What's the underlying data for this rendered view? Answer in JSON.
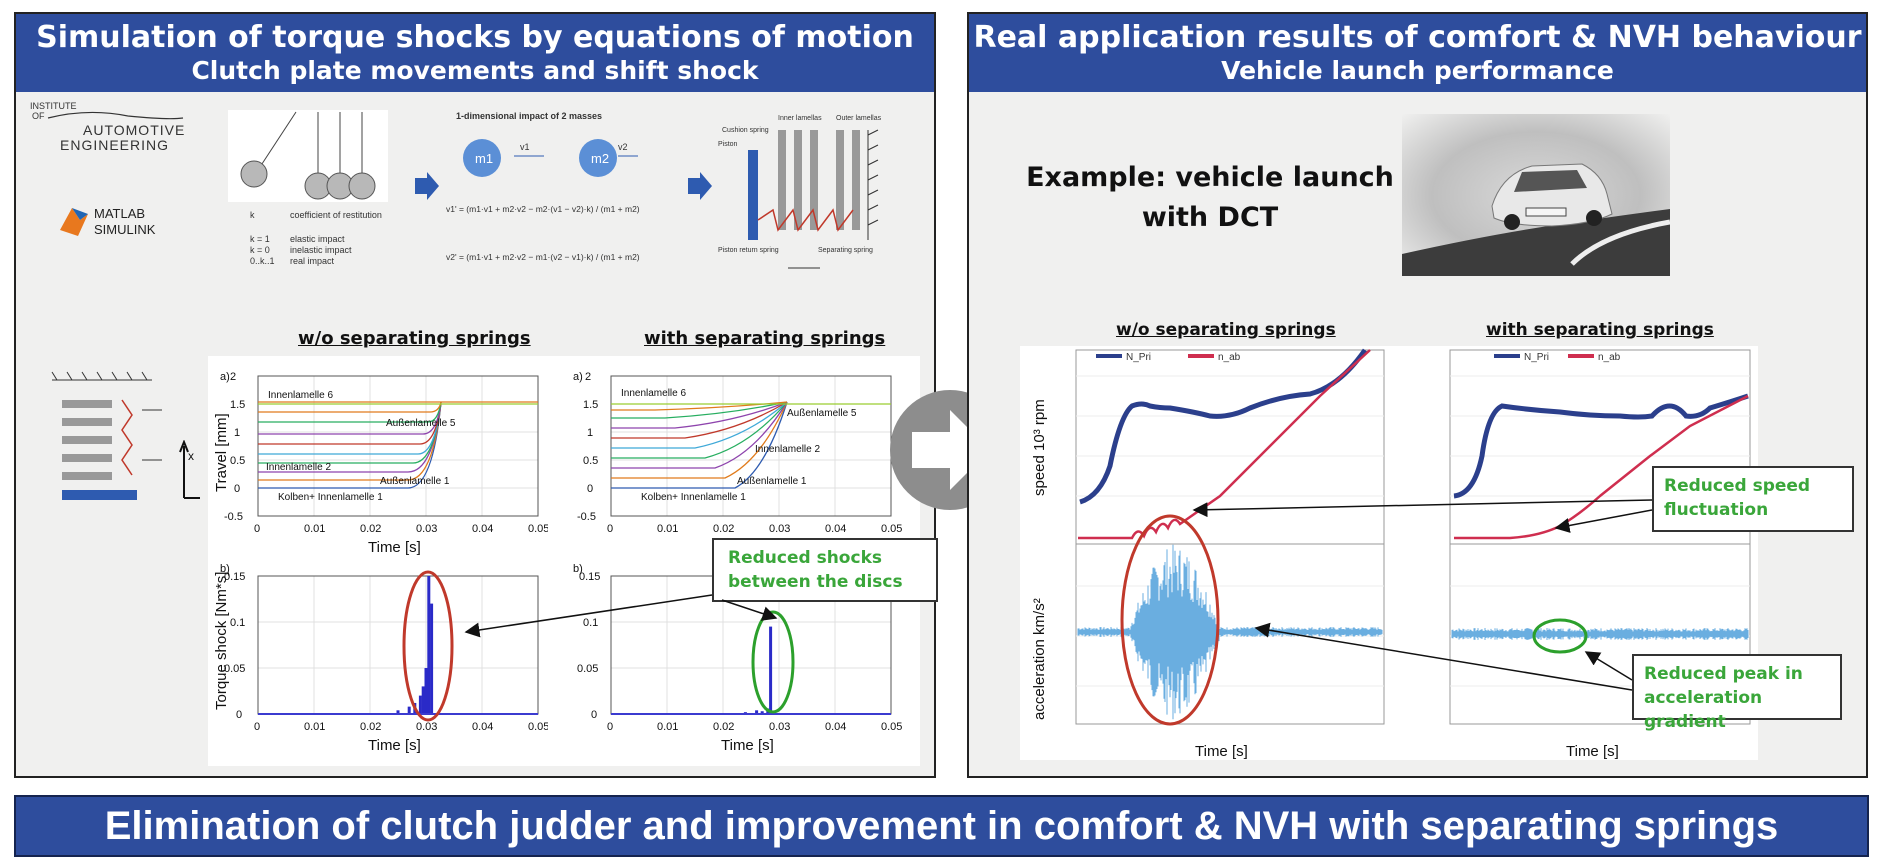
{
  "left": {
    "title": "Simulation of torque shocks by equations of motion",
    "subtitle": "Clutch plate movements and shift shock",
    "logo_institute": [
      "INSTITUTE",
      "OF",
      "AUTOMOTIVE",
      "ENGINEERING"
    ],
    "logo_matlab": [
      "MATLAB",
      "SIMULINK"
    ],
    "impact": {
      "title": "1-dimensional impact of 2 masses",
      "m1": "m1",
      "m2": "m2",
      "v1": "v1",
      "v2": "v2",
      "k_label": "k",
      "k_desc": "coefficient of restitution",
      "k_rows": [
        [
          "k = 1",
          "elastic impact"
        ],
        [
          "k = 0",
          "inelastic impact"
        ],
        [
          "0..k..1",
          "real impact"
        ]
      ],
      "eq1": "v1' = (m1·v1 + m2·v2 − m2·(v1 − v2)·k) / (m1 + m2)",
      "eq2": "v2' = (m1·v1 + m2·v2 − m1·(v2 − v1)·k) / (m1 + m2)"
    },
    "clutch_labels": [
      "Cushion spring",
      "Piston",
      "Inner lamellas",
      "Outer lamellas",
      "Piston return spring",
      "Separating spring"
    ],
    "col_titles": [
      "w/o separating springs",
      "with separating springs"
    ],
    "travel_axis": {
      "ylabel": "Travel [mm]",
      "xlabel": "Time [s]",
      "panel": "a)"
    },
    "torque_axis": {
      "ylabel": "Torque shock [Nm*s]",
      "xlabel": "Time [s]",
      "panel": "b)"
    },
    "travel_labels_left": [
      "Innenlamelle 6",
      "Außenlamelle 5",
      "Innenlamelle 2",
      "Außenlamelle 1",
      "Kolben+ Innenlamelle 1"
    ],
    "travel_labels_right": [
      "Innenlamelle 6",
      "Außenlamelle 5",
      "Innenlamelle 2",
      "Außenlamelle 1",
      "Kolben+ Innenlamelle 1"
    ],
    "callout": [
      "Reduced shocks",
      "between the discs"
    ]
  },
  "right": {
    "title": "Real application results of comfort & NVH behaviour",
    "subtitle": "Vehicle launch performance",
    "example": [
      "Example: vehicle launch",
      "with DCT"
    ],
    "col_titles": [
      "w/o separating springs",
      "with separating springs"
    ],
    "speed_ylabel": "speed 10³ rpm",
    "accel_ylabel": "acceleration km/s²",
    "xlabel": "Time [s]",
    "legend": [
      "N_Pri",
      "n_ab"
    ],
    "callout_speed": [
      "Reduced speed",
      "fluctuation"
    ],
    "callout_accel": [
      "Reduced peak in",
      "acceleration gradient"
    ]
  },
  "banner": "Elimination of clutch judder and improvement in comfort & NVH with separating springs",
  "chart_data": [
    {
      "type": "line",
      "title": "w/o separating springs",
      "xlabel": "Time [s]",
      "ylabel": "Travel [mm]",
      "xlim": [
        0,
        0.05
      ],
      "ylim": [
        -0.5,
        2
      ],
      "x_ticks": [
        0,
        0.01,
        0.02,
        0.03,
        0.04,
        0.05
      ],
      "y_ticks": [
        -0.5,
        0,
        0.5,
        1,
        1.5,
        2
      ]
    },
    {
      "type": "line",
      "title": "with separating springs",
      "xlabel": "Time [s]",
      "ylabel": "Travel [mm]",
      "xlim": [
        0,
        0.05
      ],
      "ylim": [
        -0.5,
        2
      ],
      "x_ticks": [
        0,
        0.01,
        0.02,
        0.03,
        0.04,
        0.05
      ],
      "y_ticks": [
        -0.5,
        0,
        0.5,
        1,
        1.5,
        2
      ]
    },
    {
      "type": "bar",
      "title": "",
      "xlabel": "Time [s]",
      "ylabel": "Torque shock [Nm*s]",
      "xlim": [
        0,
        0.05
      ],
      "ylim": [
        0,
        0.15
      ],
      "x_ticks": [
        0,
        0.01,
        0.02,
        0.03,
        0.04,
        0.05
      ],
      "y_ticks": [
        0,
        0.05,
        0.1,
        0.15
      ],
      "x": [
        0.025,
        0.027,
        0.028,
        0.029,
        0.0295,
        0.03,
        0.0305,
        0.031
      ],
      "values": [
        0.004,
        0.008,
        0.012,
        0.02,
        0.03,
        0.05,
        0.15,
        0.12
      ]
    },
    {
      "type": "bar",
      "title": "",
      "xlabel": "Time [s]",
      "ylabel": "",
      "xlim": [
        0,
        0.05
      ],
      "ylim": [
        0,
        0.15
      ],
      "x_ticks": [
        0,
        0.01,
        0.02,
        0.03,
        0.04,
        0.05
      ],
      "y_ticks": [
        0,
        0.05,
        0.1,
        0.15
      ],
      "x": [
        0.024,
        0.026,
        0.027,
        0.028,
        0.0285
      ],
      "values": [
        0.002,
        0.004,
        0.003,
        0.006,
        0.095
      ]
    }
  ]
}
